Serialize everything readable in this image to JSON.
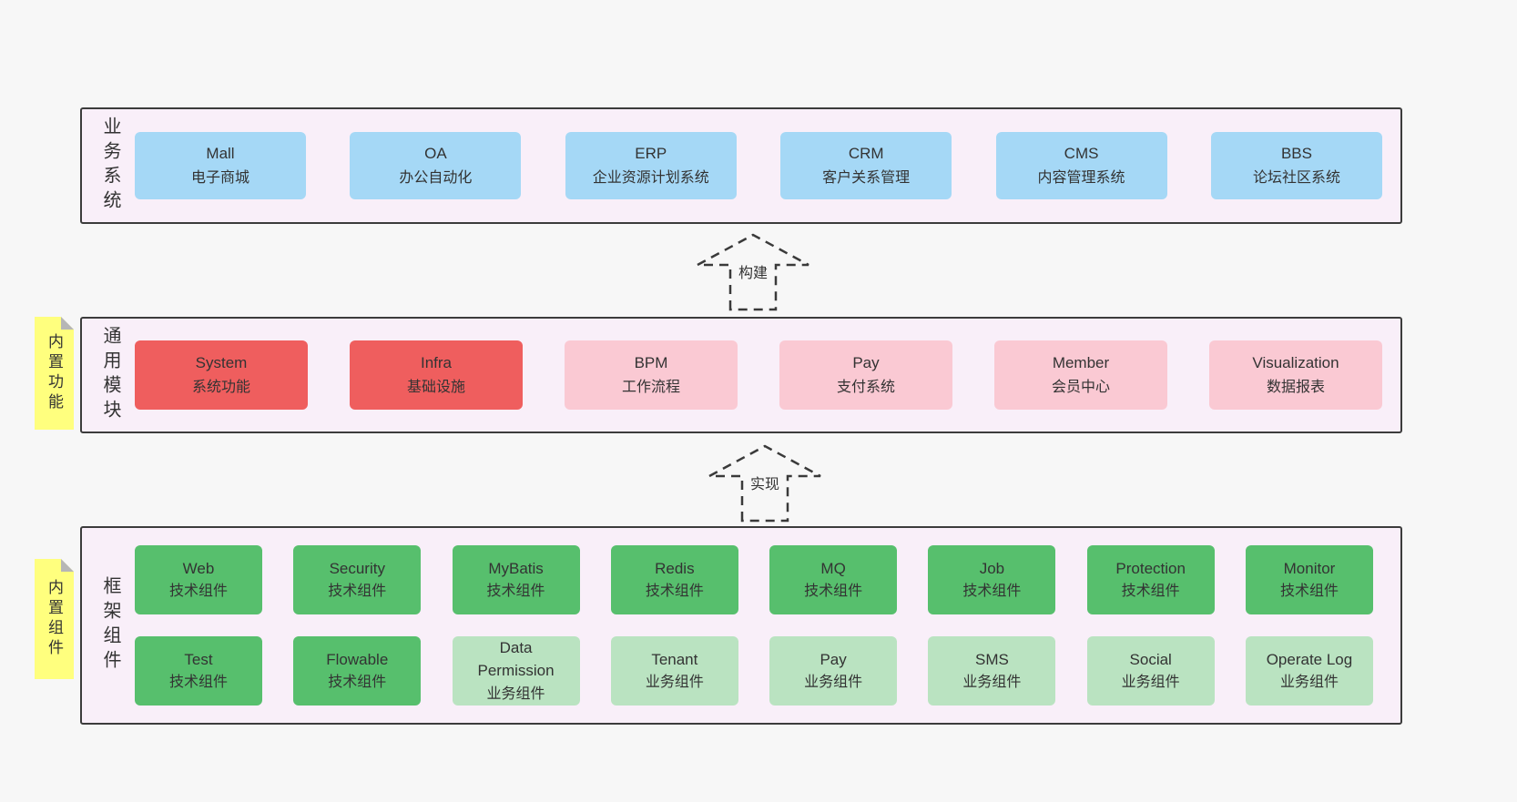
{
  "colors": {
    "page_bg": "#f7f7f7",
    "section_bg": "#f9eff9",
    "section_border": "#3c3c3c",
    "blue": "#a5d8f6",
    "red": "#ef5e5e",
    "pink": "#fac9d3",
    "green": "#57bf6d",
    "green_light": "#bae3c1",
    "note_yellow": "#ffff7e",
    "text": "#333333"
  },
  "sections": [
    {
      "label": "业务系统",
      "boxes": [
        {
          "name": "Mall",
          "sub": "电子商城"
        },
        {
          "name": "OA",
          "sub": "办公自动化"
        },
        {
          "name": "ERP",
          "sub": "企业资源计划系统"
        },
        {
          "name": "CRM",
          "sub": "客户关系管理"
        },
        {
          "name": "CMS",
          "sub": "内容管理系统"
        },
        {
          "name": "BBS",
          "sub": "论坛社区系统"
        }
      ]
    },
    {
      "label": "通用模块",
      "boxes": [
        {
          "name": "System",
          "sub": "系统功能"
        },
        {
          "name": "Infra",
          "sub": "基础设施"
        },
        {
          "name": "BPM",
          "sub": "工作流程"
        },
        {
          "name": "Pay",
          "sub": "支付系统"
        },
        {
          "name": "Member",
          "sub": "会员中心"
        },
        {
          "name": "Visualization",
          "sub": "数据报表"
        }
      ]
    },
    {
      "label": "框架组件",
      "rows": [
        [
          {
            "name": "Web",
            "sub": "技术组件"
          },
          {
            "name": "Security",
            "sub": "技术组件"
          },
          {
            "name": "MyBatis",
            "sub": "技术组件"
          },
          {
            "name": "Redis",
            "sub": "技术组件"
          },
          {
            "name": "MQ",
            "sub": "技术组件"
          },
          {
            "name": "Job",
            "sub": "技术组件"
          },
          {
            "name": "Protection",
            "sub": "技术组件"
          },
          {
            "name": "Monitor",
            "sub": "技术组件"
          }
        ],
        [
          {
            "name": "Test",
            "sub": "技术组件"
          },
          {
            "name": "Flowable",
            "sub": "技术组件"
          },
          {
            "name": "Data Permission",
            "sub": "业务组件"
          },
          {
            "name": "Tenant",
            "sub": "业务组件"
          },
          {
            "name": "Pay",
            "sub": "业务组件"
          },
          {
            "name": "SMS",
            "sub": "业务组件"
          },
          {
            "name": "Social",
            "sub": "业务组件"
          },
          {
            "name": "Operate Log",
            "sub": "业务组件"
          }
        ]
      ]
    }
  ],
  "arrows": [
    {
      "label": "构建"
    },
    {
      "label": "实现"
    }
  ],
  "notes": [
    {
      "text": "内置功能"
    },
    {
      "text": "内置组件"
    }
  ]
}
